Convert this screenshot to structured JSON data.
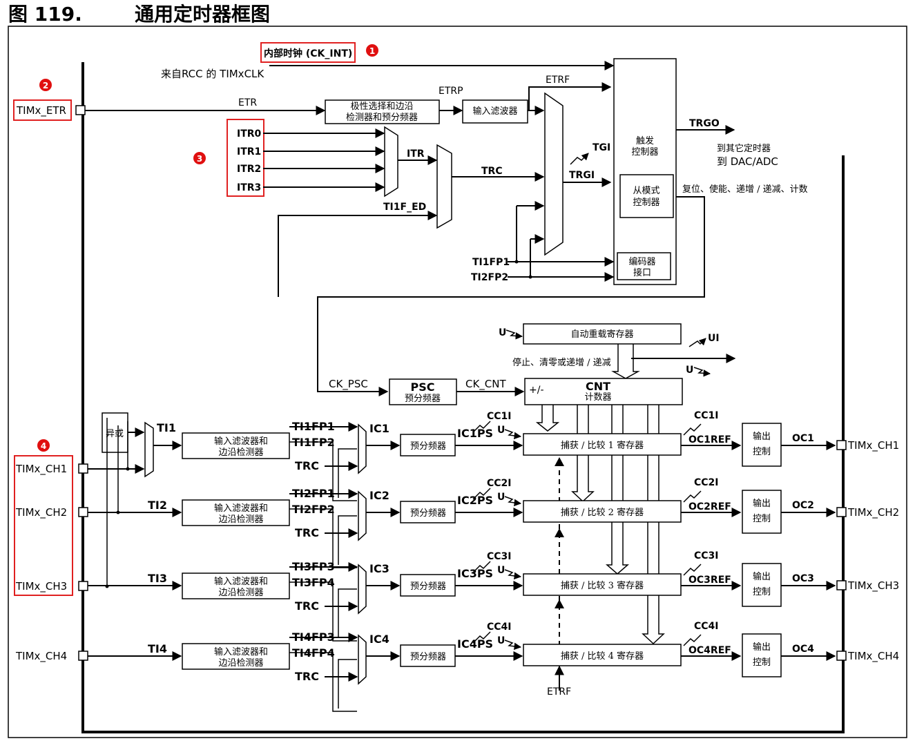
{
  "figure": {
    "number": "图 119.",
    "caption": "通用定时器框图"
  },
  "callouts": [
    "1",
    "2",
    "3",
    "4"
  ],
  "colors": {
    "callout_fill": "#e01010",
    "callout_box": "#e02020",
    "ink": "#000000"
  },
  "clock": {
    "ck_int": "内部时钟 (CK_INT)",
    "rcc": "来自RCC 的 TIMxCLK"
  },
  "etr": {
    "pin": "TIMx_ETR",
    "etr": "ETR",
    "etrp": "ETRP",
    "etrf": "ETRF",
    "polarity_l1": "极性选择和边沿",
    "polarity_l2": "检测器和预分频器",
    "filter": "输入滤波器"
  },
  "itr": {
    "inputs": [
      "ITR0",
      "ITR1",
      "ITR2",
      "ITR3"
    ],
    "itr": "ITR",
    "trc": "TRC",
    "ti1f_ed": "TI1F_ED",
    "tgi": "TGI",
    "trgi": "TRGI",
    "ti1fp1": "TI1FP1",
    "ti2fp2": "TI2FP2"
  },
  "controller": {
    "trigger_l1": "触发",
    "trigger_l2": "控制器",
    "slave_l1": "从模式",
    "slave_l2": "控制器",
    "encoder_l1": "编码器",
    "encoder_l2": "接口",
    "trgo": "TRGO",
    "to_other_l1": "到其它定时器",
    "to_other_l2": "到 DAC/ADC",
    "actions": "复位、使能、递增 / 递减、计数"
  },
  "counter": {
    "u": "U",
    "ui": "UI",
    "arr": "自动重载寄存器",
    "stop": "停止、清零或递增 / 递减",
    "ck_psc": "CK_PSC",
    "psc_l1": "PSC",
    "psc_l2": "预分频器",
    "ck_cnt": "CK_CNT",
    "cnt_l1": "CNT",
    "cnt_l2": "计数器",
    "updown": "+/-"
  },
  "channels": {
    "xor": "异或",
    "filter_l1": "输入滤波器和",
    "filter_l2": "边沿检测器",
    "prescaler": "预分频器",
    "output_l1": "输出",
    "output_l2": "控制",
    "trc": "TRC",
    "etrf_bottom": "ETRF",
    "list": [
      {
        "pin_in": "TIMx_CH1",
        "ti": "TI1",
        "fpa": "TI1FP1",
        "fpb": "TI1FP2",
        "ic": "IC1",
        "icps": "IC1PS",
        "cci": "CC1I",
        "reg": "捕获 / 比较 1 寄存器",
        "ocref": "OC1REF",
        "oc": "OC1",
        "pin_out": "TIMx_CH1"
      },
      {
        "pin_in": "TIMx_CH2",
        "ti": "TI2",
        "fpa": "TI2FP1",
        "fpb": "TI2FP2",
        "ic": "IC2",
        "icps": "IC2PS",
        "cci": "CC2I",
        "reg": "捕获 / 比较 2 寄存器",
        "ocref": "OC2REF",
        "oc": "OC2",
        "pin_out": "TIMx_CH2"
      },
      {
        "pin_in": "TIMx_CH3",
        "ti": "TI3",
        "fpa": "TI3FP3",
        "fpb": "TI3FP4",
        "ic": "IC3",
        "icps": "IC3PS",
        "cci": "CC3I",
        "reg": "捕获 / 比较 3 寄存器",
        "ocref": "OC3REF",
        "oc": "OC3",
        "pin_out": "TIMx_CH3"
      },
      {
        "pin_in": "TIMx_CH4",
        "ti": "TI4",
        "fpa": "TI4FP3",
        "fpb": "TI4FP4",
        "ic": "IC4",
        "icps": "IC4PS",
        "cci": "CC4I",
        "reg": "捕获 / 比较 4 寄存器",
        "ocref": "OC4REF",
        "oc": "OC4",
        "pin_out": "TIMx_CH4"
      }
    ]
  }
}
